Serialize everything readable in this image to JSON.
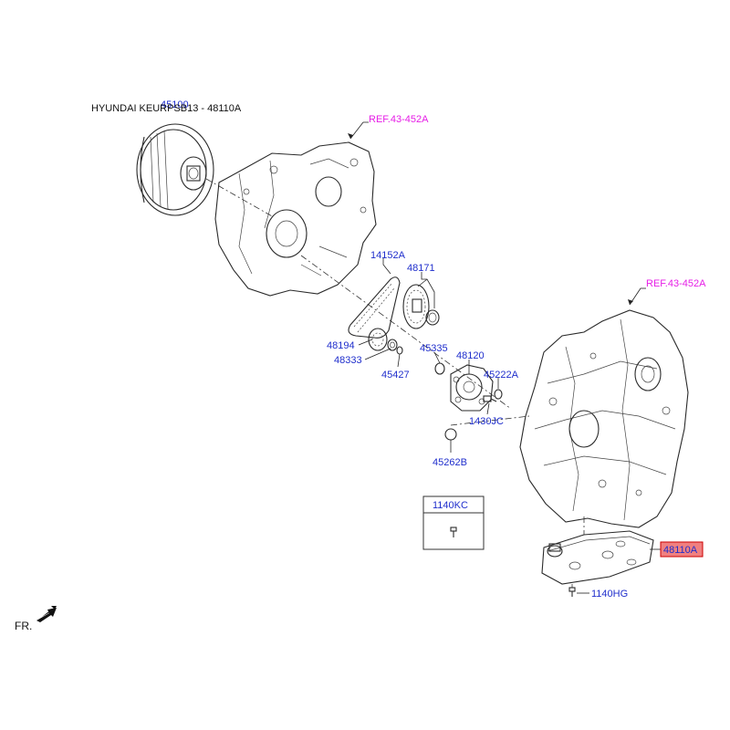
{
  "header": {
    "model_text": "HYUNDAI KEURPSB13 - 48110A"
  },
  "refs": {
    "ref_upper": "REF.43-452A",
    "ref_right": "REF.43-452A"
  },
  "parts": {
    "p45100": "45100",
    "p14152A": "14152A",
    "p48171": "48171",
    "p48194": "48194",
    "p48333": "48333",
    "p45427": "45427",
    "p45335": "45335",
    "p48120": "48120",
    "p45222A": "45222A",
    "p1430JC": "1430JC",
    "p45262B": "45262B",
    "p1140KC": "1140KC",
    "p48110A": "48110A",
    "p1140HG": "1140HG"
  },
  "footer": {
    "front_label": "FR."
  },
  "colors": {
    "part_number": "#1f2ecc",
    "reference": "#e61ee6",
    "highlight_fill": "#f08080",
    "highlight_border": "#cc0000",
    "line": "#2a2a2a"
  }
}
